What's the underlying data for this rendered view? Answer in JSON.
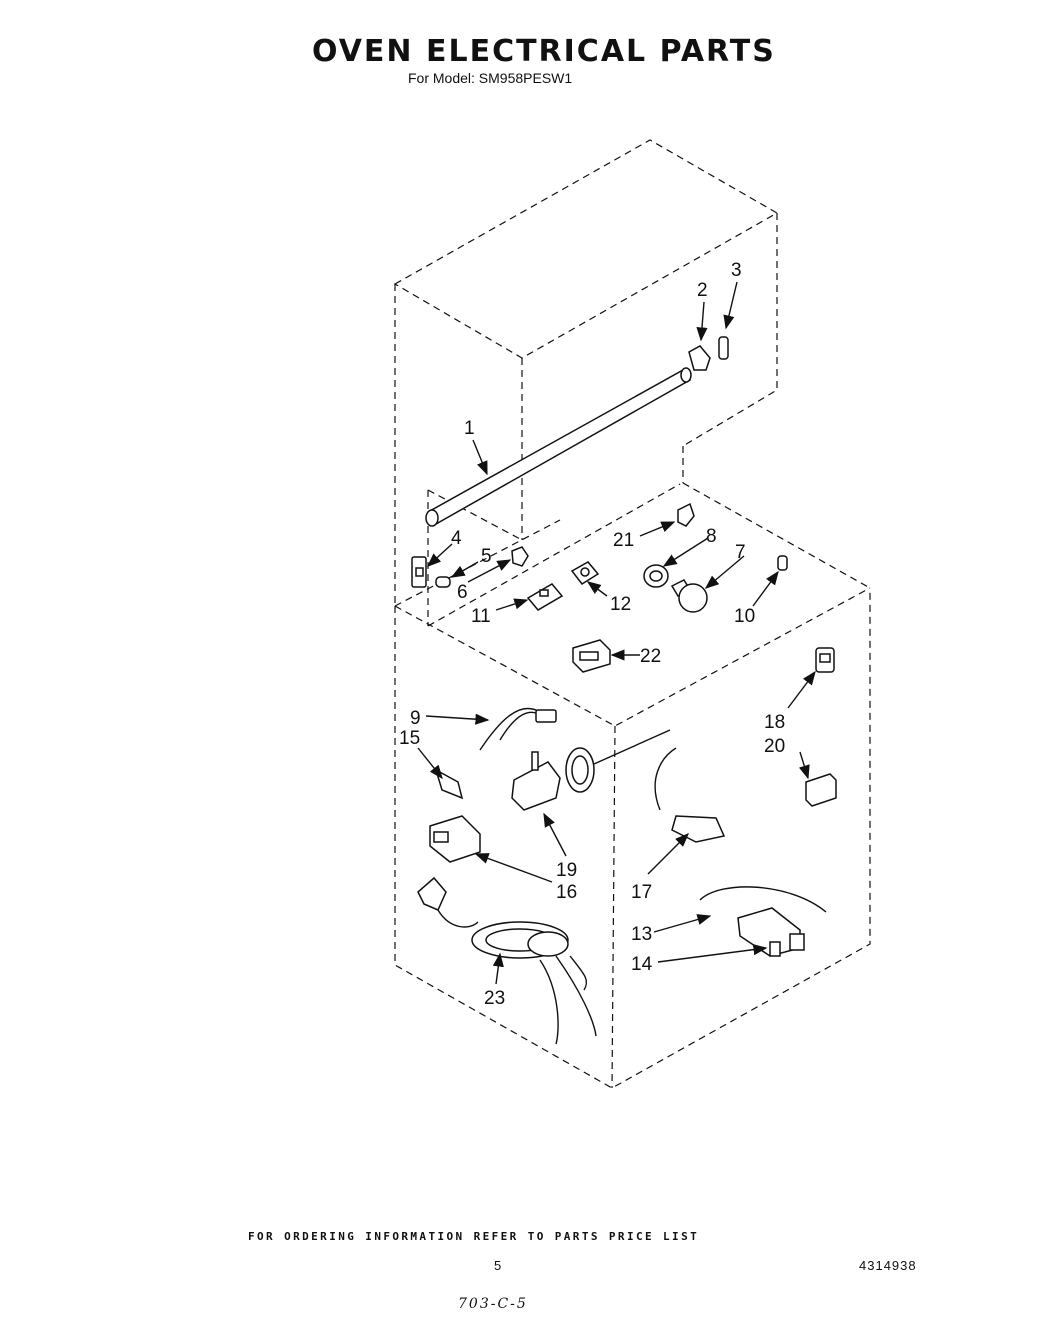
{
  "header": {
    "title": "OVEN ELECTRICAL  PARTS",
    "subtitle": "For Model: SM958PESW1"
  },
  "diagram": {
    "callouts": {
      "c1": "1",
      "c2": "2",
      "c3": "3",
      "c4": "4",
      "c5": "5",
      "c6": "6",
      "c7": "7",
      "c8": "8",
      "c9": "9",
      "c10": "10",
      "c11": "11",
      "c12": "12",
      "c13": "13",
      "c14": "14",
      "c15": "15",
      "c16": "16",
      "c17": "17",
      "c18": "18",
      "c19": "19",
      "c20": "20",
      "c21": "21",
      "c22": "22",
      "c23": "23"
    }
  },
  "footer": {
    "note": "FOR ORDERING INFORMATION REFER TO PARTS PRICE LIST",
    "page_number": "5",
    "doc_number": "4314938",
    "handwritten": "703-C-5"
  }
}
